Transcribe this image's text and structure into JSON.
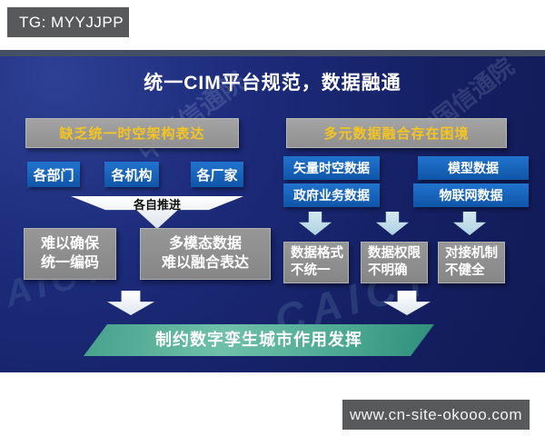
{
  "badge": {
    "label": "TG: MYYJJPP"
  },
  "diagram": {
    "title": "统一CIM平台规范，数据融通",
    "left": {
      "header": "缺乏统一时空架构表达",
      "sources": [
        "各部门",
        "各机构",
        "各厂家"
      ],
      "arrow_label": "各自推进",
      "problems": [
        {
          "line1": "难以确保",
          "line2": "统一编码"
        },
        {
          "line1": "多模态数据",
          "line2": "难以融合表达"
        }
      ]
    },
    "right": {
      "header": "多元数据融合存在困境",
      "data_types": [
        "矢量时空数据",
        "模型数据",
        "政府业务数据",
        "物联网数据"
      ],
      "problems": [
        {
          "line1": "数据格式",
          "line2": "不统一"
        },
        {
          "line1": "数据权限",
          "line2": "不明确"
        },
        {
          "line1": "对接机制",
          "line2": "不健全"
        }
      ]
    },
    "conclusion": "制约数字孪生城市作用发挥",
    "watermark": {
      "cn": "中国信通院",
      "en": "CAICT"
    }
  },
  "footer": {
    "url": "www.cn-site-okooo.com"
  },
  "colors": {
    "panel_navy": "#1c2b7a",
    "box_blue": "#1565c0",
    "header_gray": "#9a9a9a",
    "problem_gray": "#8d8d8d",
    "accent_yellow": "#f6c41e",
    "conclusion_green": "#46a18b",
    "arrow_pale_blue": "#bcdce9",
    "badge_gray": "#58595b"
  }
}
